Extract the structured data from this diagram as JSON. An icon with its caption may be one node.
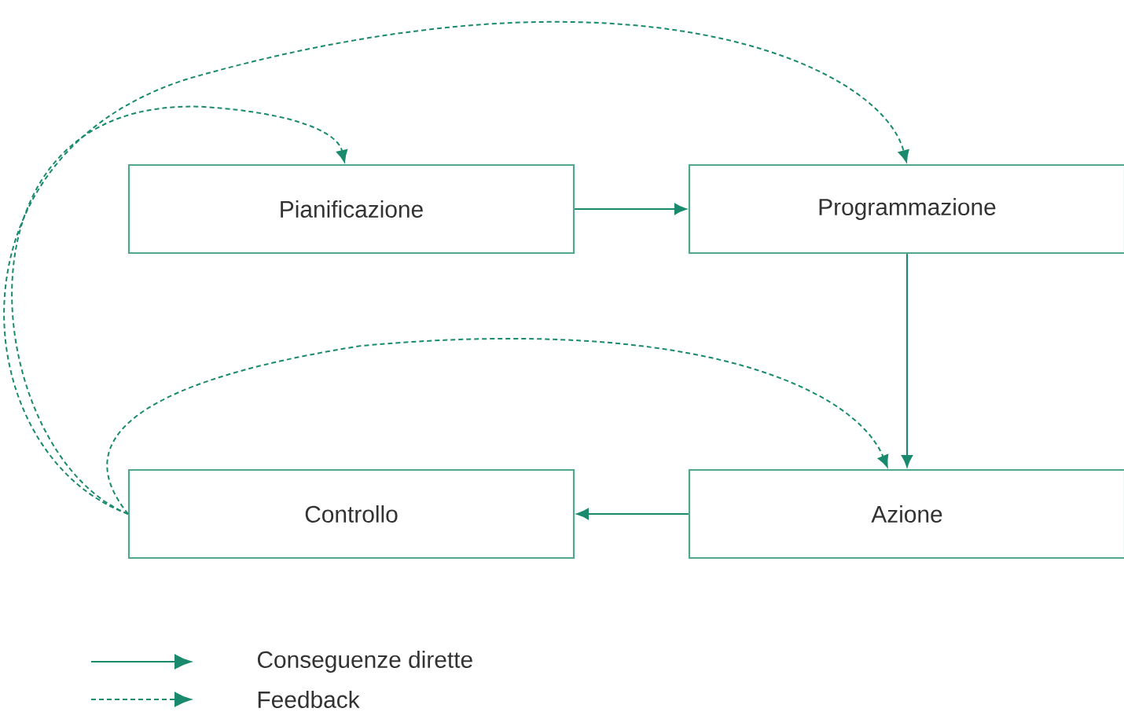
{
  "diagram": {
    "nodes": [
      {
        "text": [
          "Pianificazione"
        ]
      },
      {
        "text": [
          "Programmazione"
        ]
      },
      {
        "text": [
          "Controllo"
        ]
      },
      {
        "text": [
          "Azione"
        ]
      }
    ],
    "edges": [
      {
        "from": 0,
        "to": 1,
        "arrow": "to"
      },
      {
        "from": 1,
        "to": 3,
        "arrow": "to"
      },
      {
        "from": 3,
        "to": 2,
        "arrow": "to"
      },
      {
        "from": 2,
        "to": 0,
        "arrow": "to",
        "style": "dashed"
      },
      {
        "from": 2,
        "to": 1,
        "arrow": "to",
        "style": "dashed"
      },
      {
        "from": 2,
        "to": 3,
        "arrow": "to",
        "style": "dashed"
      }
    ],
    "legend": [
      {
        "text": "Conseguenze dirette"
      },
      {
        "text": "Feedback"
      }
    ]
  }
}
